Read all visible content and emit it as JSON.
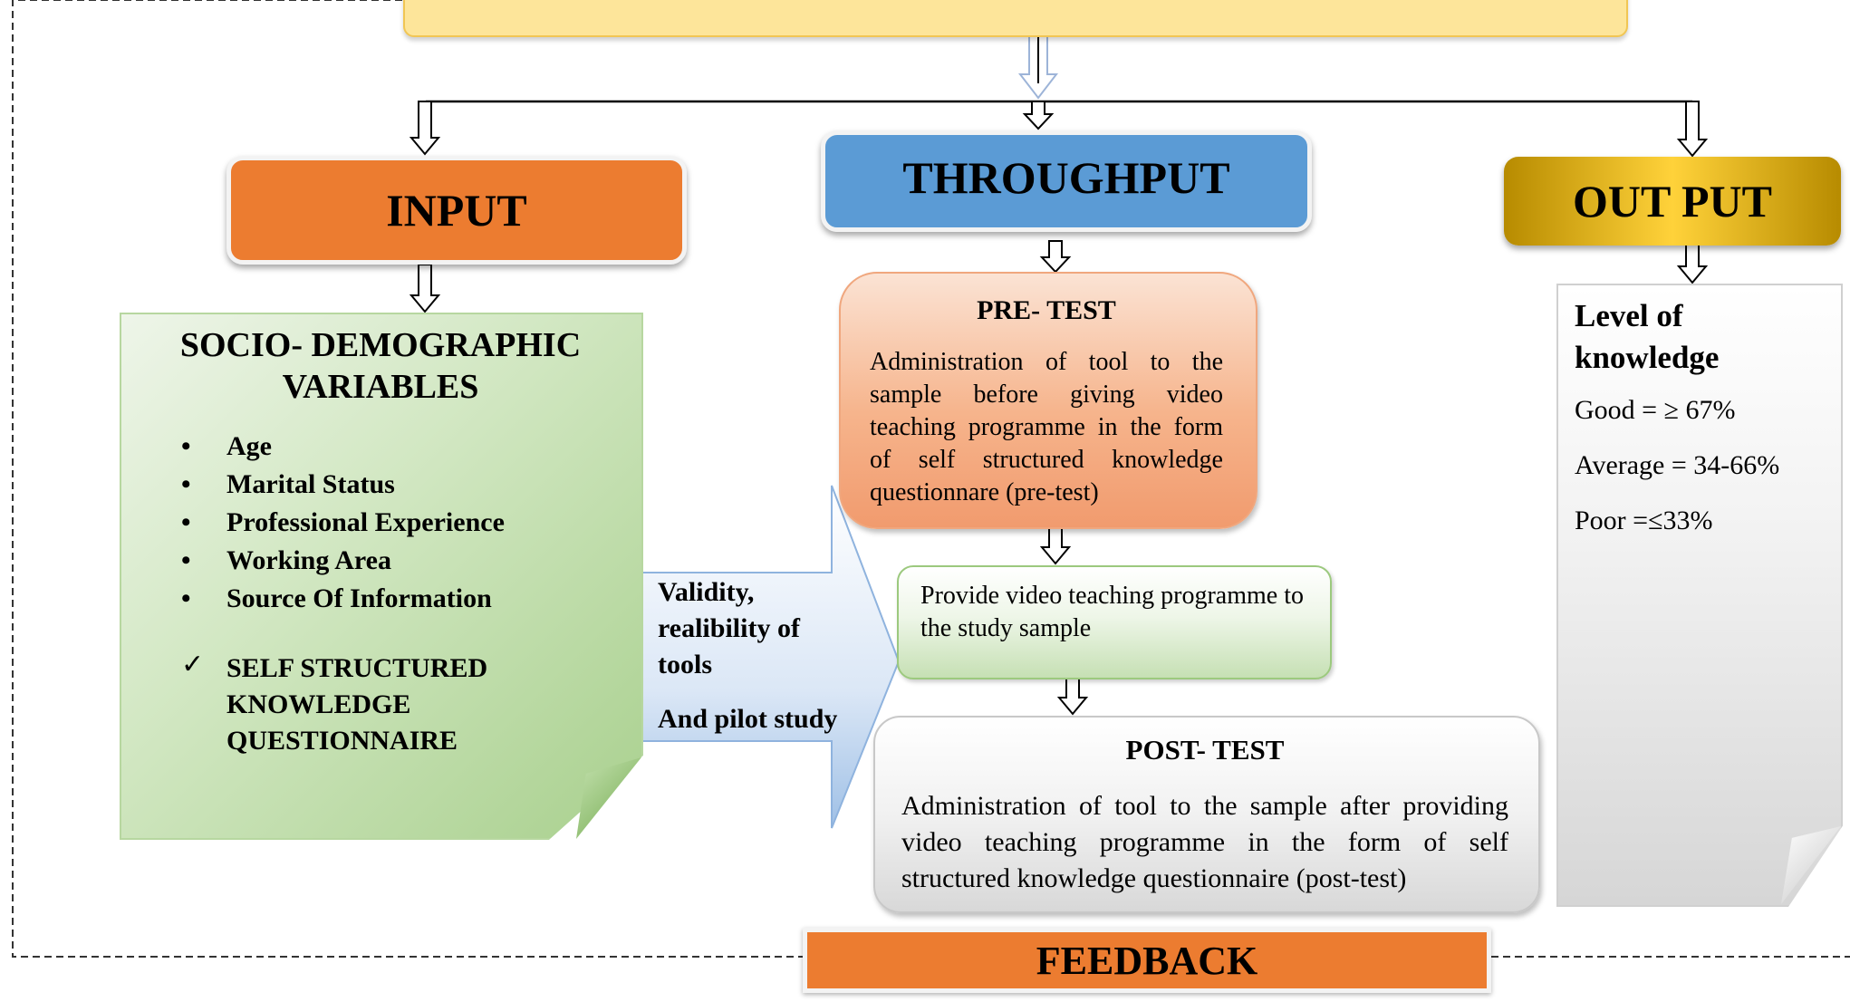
{
  "input": {
    "title": "INPUT",
    "box_title": "SOCIO- DEMOGRAPHIC VARIABLES",
    "variables": [
      "Age",
      "Marital Status",
      "Professional Experience",
      "Working Area",
      "Source Of Information"
    ],
    "tool": "SELF STRUCTURED KNOWLEDGE QUESTIONNAIRE"
  },
  "validity": {
    "line1": "Validity, realibility of tools",
    "line2": "And pilot study"
  },
  "throughput": {
    "title": "THROUGHPUT",
    "pretest": {
      "title": "PRE- TEST",
      "text": "Administration of tool to the sample before giving video teaching programme in the form of self structured knowledge questionnare (pre-test)"
    },
    "intervention": "Provide video teaching programme to the study sample",
    "posttest": {
      "title": "POST- TEST",
      "text": "Administration of tool to the sample after providing video teaching programme in the form of self structured knowledge questionnaire (post-test)"
    }
  },
  "output": {
    "title": "OUT PUT",
    "box_title": "Level of knowledge",
    "levels": [
      "Good = ≥ 67%",
      "Average = 34-66%",
      "Poor =≤33%"
    ]
  },
  "feedback": "FEEDBACK",
  "colors": {
    "input": "#ec7c30",
    "throughput": "#5b9bd5",
    "output": "#c9a000",
    "topbar": "#fde59a"
  }
}
